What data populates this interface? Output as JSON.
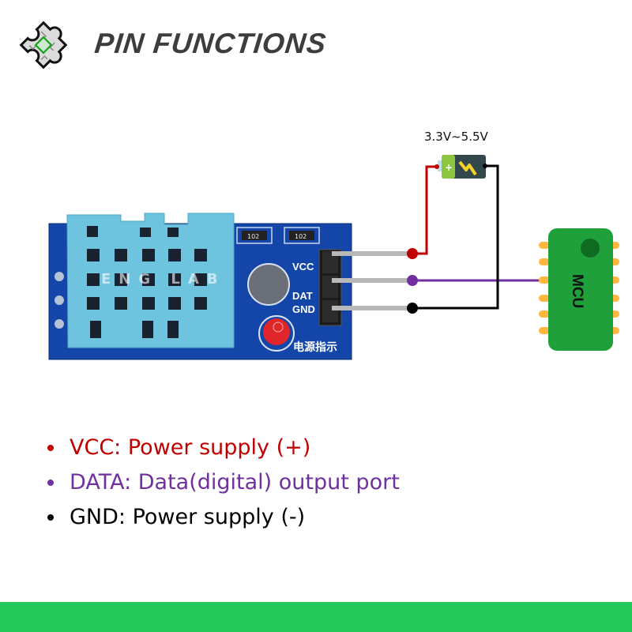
{
  "header": {
    "title": "PIN FUNCTIONS",
    "logo_icon": "circuit-puzzle-icon"
  },
  "diagram": {
    "supply_label": "3.3V~5.5V",
    "battery_icon": "battery-icon",
    "battery_plus": "+",
    "module": {
      "pin_labels": [
        "VCC",
        "DATA",
        "GND"
      ],
      "pin_label_printed": [
        "VCC",
        "DAT",
        "GND"
      ],
      "resistor_labels": [
        "102",
        "102"
      ],
      "watermark": "ENG LAB",
      "indicator_label": "电源指示"
    },
    "mcu_label": "MCU",
    "colors": {
      "vcc_wire": "#c00000",
      "data_wire": "#7030a0",
      "gnd_wire": "#000000",
      "pcb": "#1346a8",
      "sensor": "#6ec4de",
      "mcu_body": "#1fa03a",
      "mcu_pins": "#ffb740"
    }
  },
  "pin_functions": [
    {
      "text": "VCC: Power supply (+)",
      "color": "#c00000"
    },
    {
      "text": "DATA: Data(digital) output port",
      "color": "#7030a0"
    },
    {
      "text": "GND: Power supply (-)",
      "color": "#000000"
    }
  ],
  "footer": {
    "color": "#23c95a"
  }
}
